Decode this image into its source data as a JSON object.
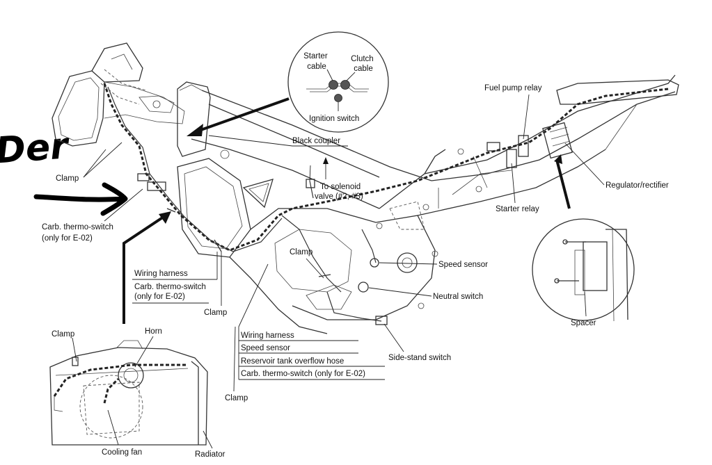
{
  "handwritten": {
    "scrawl": "Der"
  },
  "labels": {
    "starter_cable": [
      "Starter",
      "cable"
    ],
    "clutch_cable": [
      "Clutch",
      "cable"
    ],
    "ignition_switch": "Ignition switch",
    "black_coupler": "Black coupler",
    "to_solenoid_valve": [
      "To solenoid",
      "valve (#2, #3)"
    ],
    "fuel_pump_relay": "Fuel pump relay",
    "regulator_rectifier": "Regulator/rectifier",
    "starter_relay": "Starter relay",
    "clamp_front": "Clamp",
    "carb_thermo_switch_left": [
      "Carb. thermo-switch",
      "(only for E-02)"
    ],
    "clamp_center": "Clamp",
    "speed_sensor": "Speed sensor",
    "neutral_switch": "Neutral switch",
    "wiring_harness_box1": "Wiring harness",
    "carb_thermo_switch_box1": [
      "Carb. thermo-switch",
      "(only for E-02)"
    ],
    "clamp_lower": "Clamp",
    "wiring_harness_box2": "Wiring harness",
    "speed_sensor_box2": "Speed sensor",
    "reservoir_tank_overflow_hose": "Reservoir tank overflow hose",
    "carb_thermo_switch_box2": "Carb. thermo-switch (only for E-02)",
    "side_stand_switch": "Side-stand switch",
    "clamp_bottom": "Clamp",
    "spacer": "Spacer",
    "clamp_inset": "Clamp",
    "horn": "Horn",
    "cooling_fan": "Cooling fan",
    "radiator": "Radiator"
  }
}
